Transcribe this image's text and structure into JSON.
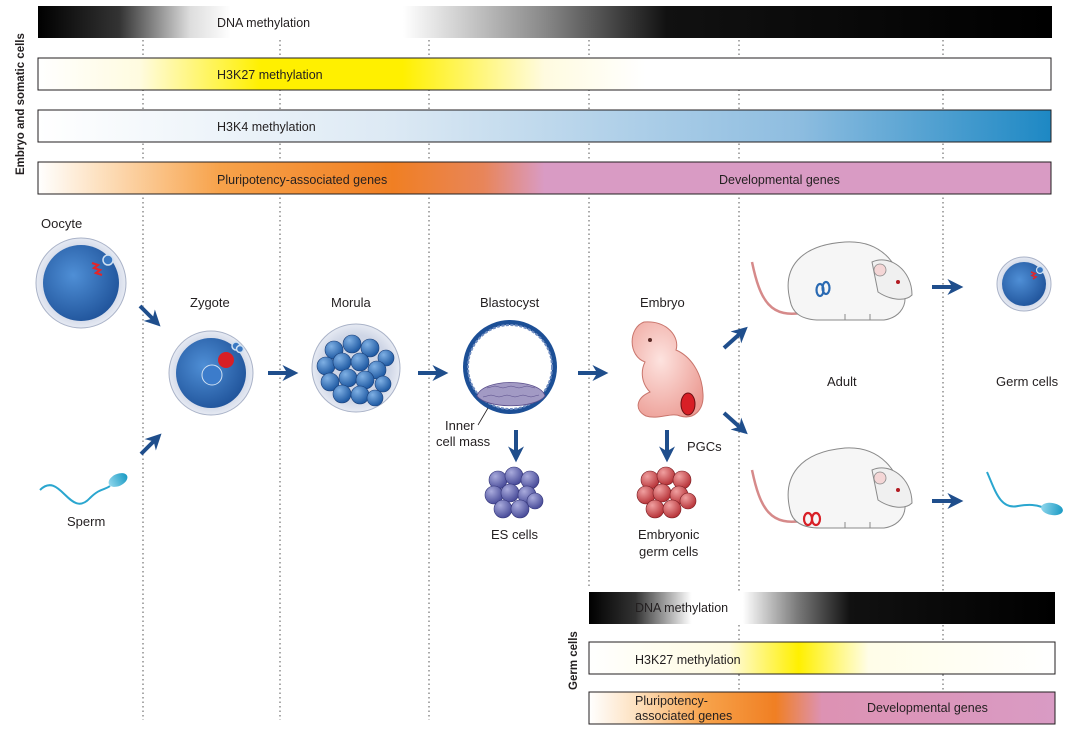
{
  "bars_top": {
    "dna": "DNA methylation",
    "h3k27": "H3K27 methylation",
    "h3k4": "H3K4 methylation",
    "pluri": "Pluripotency-associated genes",
    "dev": "Developmental genes"
  },
  "side_labels": {
    "embryo": "Embryo and somatic cells",
    "germ": "Germ cells"
  },
  "stages": {
    "oocyte": "Oocyte",
    "sperm": "Sperm",
    "zygote": "Zygote",
    "morula": "Morula",
    "blastocyst": "Blastocyst",
    "inner_mass_1": "Inner",
    "inner_mass_2": "cell mass",
    "es_cells": "ES cells",
    "embryo": "Embryo",
    "pgcs": "PGCs",
    "egc_1": "Embryonic",
    "egc_2": "germ cells",
    "adult": "Adult",
    "germ_cells": "Germ cells"
  },
  "bars_bottom": {
    "dna": "DNA methylation",
    "h3k27": "H3K27 methylation",
    "pluri_1": "Pluripotency-",
    "pluri_2": "associated genes",
    "dev": "Developmental genes"
  },
  "colors": {
    "arrow": "#1f4e8c",
    "cell_blue": "#2a6ab3",
    "orange": "#f07f23",
    "pink": "#d99bc4",
    "yellow": "#fff000",
    "h3k4_blue": "#1d88c4"
  }
}
